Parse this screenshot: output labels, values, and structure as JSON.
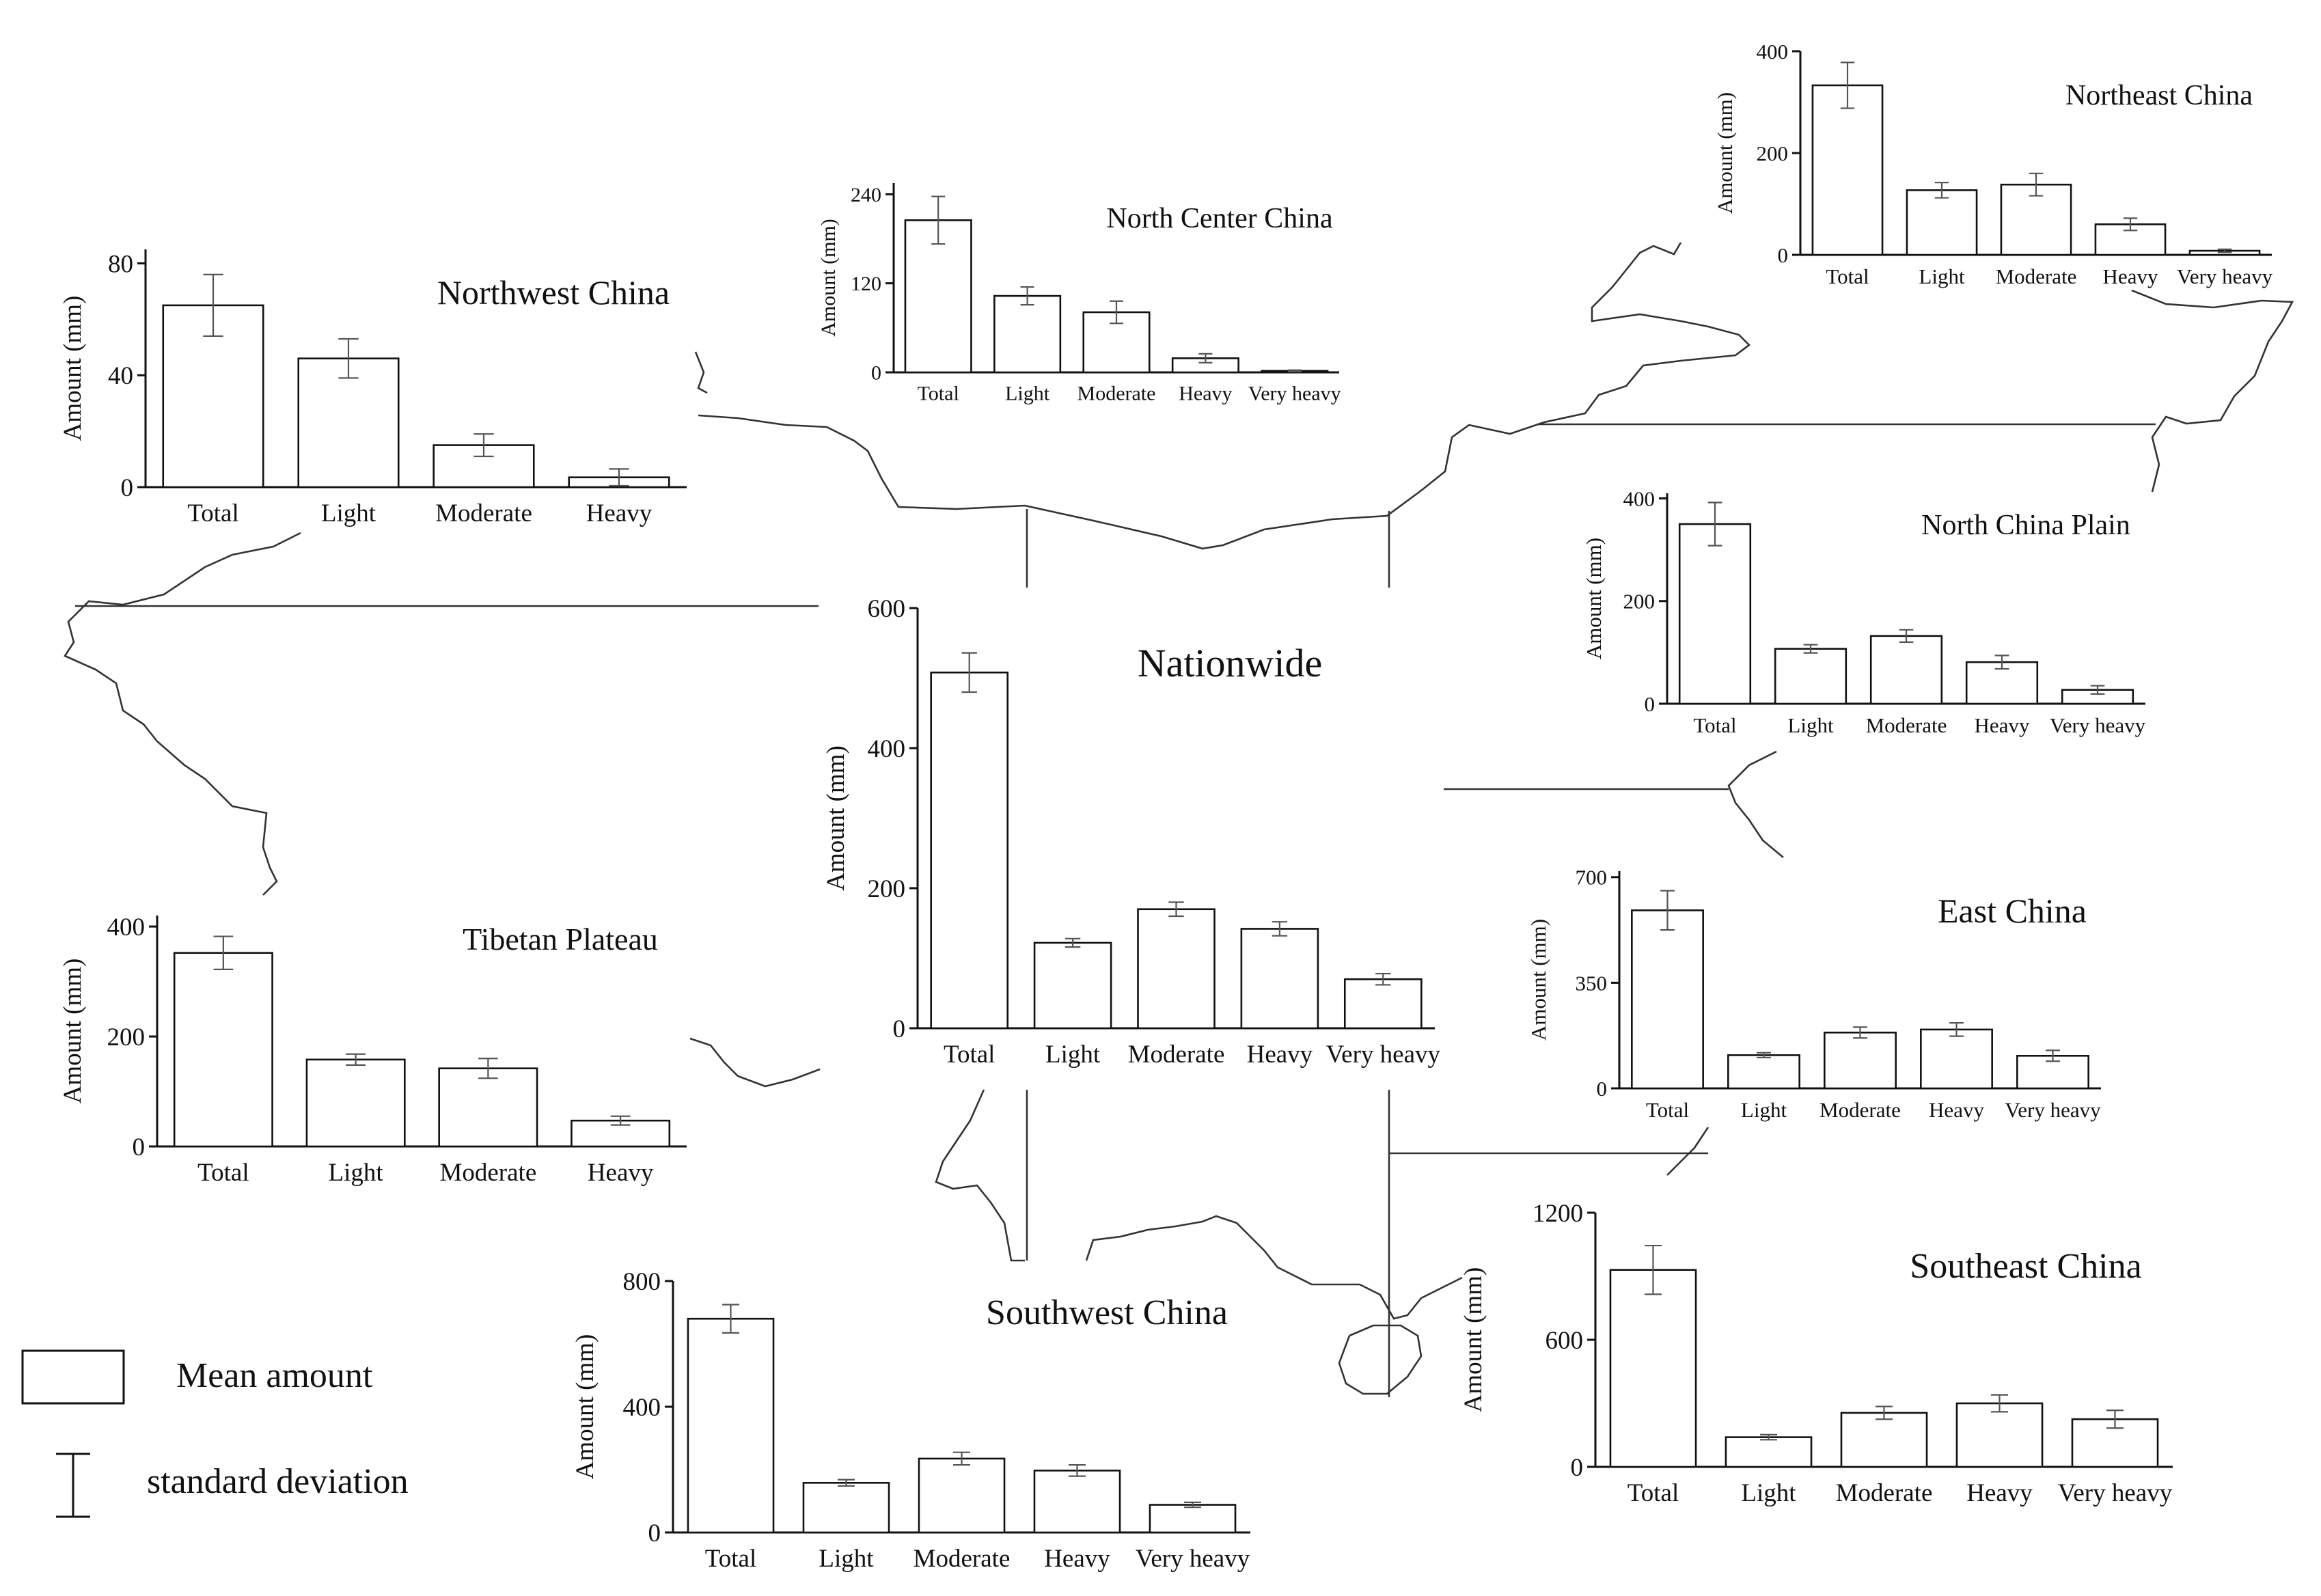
{
  "chart_data": [
    {
      "type": "bar",
      "title": "Nationwide",
      "ylabel": "Amount (mm)",
      "categories": [
        "Total",
        "Light",
        "Moderate",
        "Heavy",
        "Very heavy"
      ],
      "values": [
        508,
        122,
        170,
        142,
        70
      ],
      "errors": [
        28,
        6,
        10,
        10,
        8
      ],
      "ylim": [
        0,
        600
      ],
      "yticks": [
        0,
        200,
        400,
        600
      ]
    },
    {
      "type": "bar",
      "title": "Northwest China",
      "ylabel": "Amount (mm)",
      "categories": [
        "Total",
        "Light",
        "Moderate",
        "Heavy"
      ],
      "values": [
        65,
        46,
        15,
        3.5
      ],
      "errors": [
        11,
        7,
        4,
        3
      ],
      "ylim": [
        0,
        85
      ],
      "yticks": [
        0,
        40,
        80
      ]
    },
    {
      "type": "bar",
      "title": "North Center China",
      "ylabel": "Amount (mm)",
      "categories": [
        "Total",
        "Light",
        "Moderate",
        "Heavy",
        "Very heavy"
      ],
      "values": [
        205,
        103,
        81,
        19,
        2
      ],
      "errors": [
        32,
        12,
        15,
        6,
        1
      ],
      "ylim": [
        0,
        255
      ],
      "yticks": [
        0,
        120,
        240
      ]
    },
    {
      "type": "bar",
      "title": "Northeast China",
      "ylabel": "Amount (mm)",
      "categories": [
        "Total",
        "Light",
        "Moderate",
        "Heavy",
        "Very heavy"
      ],
      "values": [
        333,
        127,
        138,
        60,
        8
      ],
      "errors": [
        45,
        15,
        22,
        12,
        3
      ],
      "ylim": [
        0,
        400
      ],
      "yticks": [
        0,
        200,
        400
      ]
    },
    {
      "type": "bar",
      "title": "North China Plain",
      "ylabel": "Amount (mm)",
      "categories": [
        "Total",
        "Light",
        "Moderate",
        "Heavy",
        "Very heavy"
      ],
      "values": [
        350,
        107,
        132,
        81,
        27
      ],
      "errors": [
        42,
        8,
        12,
        13,
        8
      ],
      "ylim": [
        0,
        410
      ],
      "yticks": [
        0,
        200,
        400
      ]
    },
    {
      "type": "bar",
      "title": "Tibetan Plateau",
      "ylabel": "Amount (mm)",
      "categories": [
        "Total",
        "Light",
        "Moderate",
        "Heavy"
      ],
      "values": [
        352,
        158,
        142,
        47
      ],
      "errors": [
        30,
        10,
        18,
        8
      ],
      "ylim": [
        0,
        420
      ],
      "yticks": [
        0,
        200,
        400
      ]
    },
    {
      "type": "bar",
      "title": "East China",
      "ylabel": "Amount (mm)",
      "categories": [
        "Total",
        "Light",
        "Moderate",
        "Heavy",
        "Very heavy"
      ],
      "values": [
        590,
        110,
        185,
        195,
        108
      ],
      "errors": [
        65,
        8,
        18,
        22,
        18
      ],
      "ylim": [
        0,
        720
      ],
      "yticks": [
        0,
        350,
        700
      ]
    },
    {
      "type": "bar",
      "title": "Southeast China",
      "ylabel": "Amount (mm)",
      "categories": [
        "Total",
        "Light",
        "Moderate",
        "Heavy",
        "Very heavy"
      ],
      "values": [
        930,
        140,
        255,
        300,
        225
      ],
      "errors": [
        115,
        12,
        30,
        40,
        42
      ],
      "ylim": [
        0,
        1200
      ],
      "yticks": [
        0,
        600,
        1200
      ]
    },
    {
      "type": "bar",
      "title": "Southwest China",
      "ylabel": "Amount (mm)",
      "categories": [
        "Total",
        "Light",
        "Moderate",
        "Heavy",
        "Very heavy"
      ],
      "values": [
        680,
        158,
        235,
        197,
        88
      ],
      "errors": [
        45,
        10,
        20,
        18,
        8
      ],
      "ylim": [
        0,
        800
      ],
      "yticks": [
        0,
        400,
        800
      ]
    }
  ],
  "legend": {
    "bar_label": "Mean amount",
    "errorbar_label": "standard deviation"
  }
}
